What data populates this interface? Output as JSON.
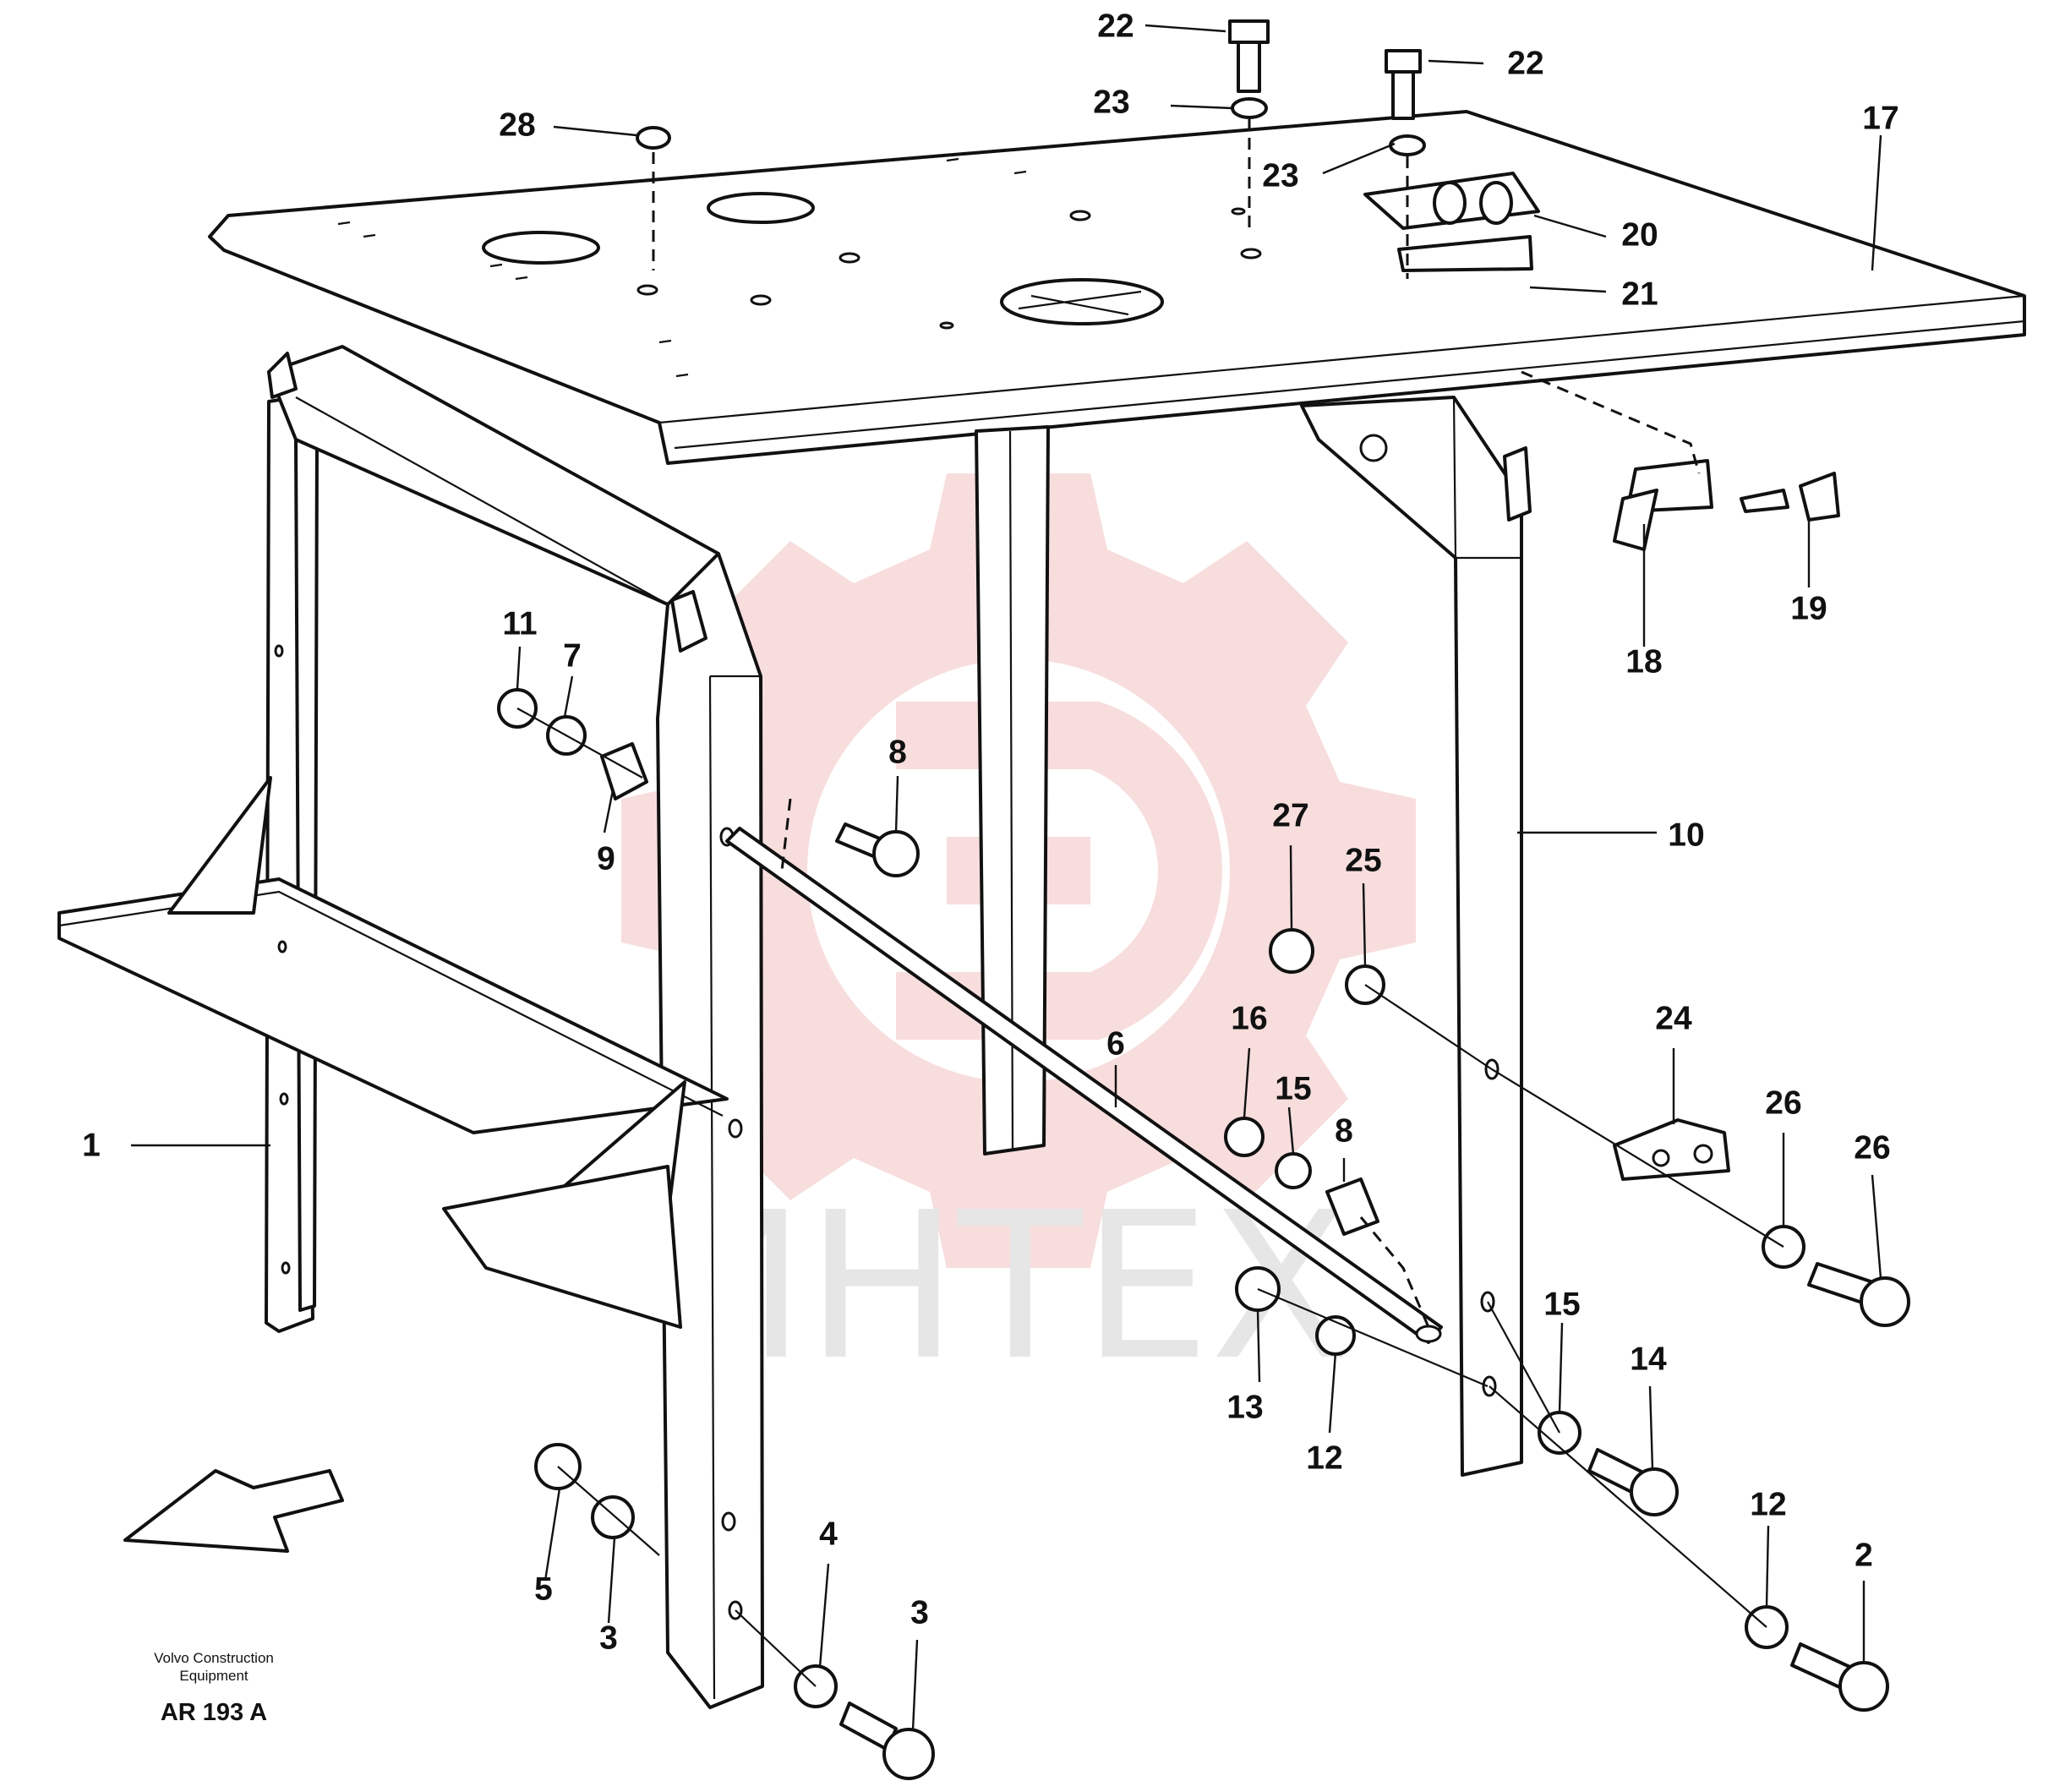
{
  "diagram": {
    "callouts": [
      {
        "id": "c1",
        "text": "1"
      },
      {
        "id": "c2",
        "text": "2"
      },
      {
        "id": "c3a",
        "text": "3"
      },
      {
        "id": "c3b",
        "text": "3"
      },
      {
        "id": "c4",
        "text": "4"
      },
      {
        "id": "c5",
        "text": "5"
      },
      {
        "id": "c6",
        "text": "6"
      },
      {
        "id": "c7",
        "text": "7"
      },
      {
        "id": "c8a",
        "text": "8"
      },
      {
        "id": "c8b",
        "text": "8"
      },
      {
        "id": "c9",
        "text": "9"
      },
      {
        "id": "c10",
        "text": "10"
      },
      {
        "id": "c11",
        "text": "11"
      },
      {
        "id": "c12a",
        "text": "12"
      },
      {
        "id": "c12b",
        "text": "12"
      },
      {
        "id": "c13",
        "text": "13"
      },
      {
        "id": "c14",
        "text": "14"
      },
      {
        "id": "c15a",
        "text": "15"
      },
      {
        "id": "c15b",
        "text": "15"
      },
      {
        "id": "c16",
        "text": "16"
      },
      {
        "id": "c17",
        "text": "17"
      },
      {
        "id": "c18",
        "text": "18"
      },
      {
        "id": "c19",
        "text": "19"
      },
      {
        "id": "c20",
        "text": "20"
      },
      {
        "id": "c21",
        "text": "21"
      },
      {
        "id": "c22a",
        "text": "22"
      },
      {
        "id": "c22b",
        "text": "22"
      },
      {
        "id": "c23a",
        "text": "23"
      },
      {
        "id": "c23b",
        "text": "23"
      },
      {
        "id": "c24",
        "text": "24"
      },
      {
        "id": "c25",
        "text": "25"
      },
      {
        "id": "c26a",
        "text": "26"
      },
      {
        "id": "c26b",
        "text": "26"
      },
      {
        "id": "c27",
        "text": "27"
      },
      {
        "id": "c28",
        "text": "28"
      }
    ],
    "caption": {
      "manufacturer_line1": "Volvo Construction",
      "manufacturer_line2": "Equipment",
      "drawing_code": "AR 193 A"
    },
    "watermark": {
      "text": "ИНТЕХ",
      "text_color": "#e6e6e6",
      "logo_color": "#f6d2d2"
    },
    "colors": {
      "ink": "#111111",
      "background": "#ffffff"
    }
  }
}
